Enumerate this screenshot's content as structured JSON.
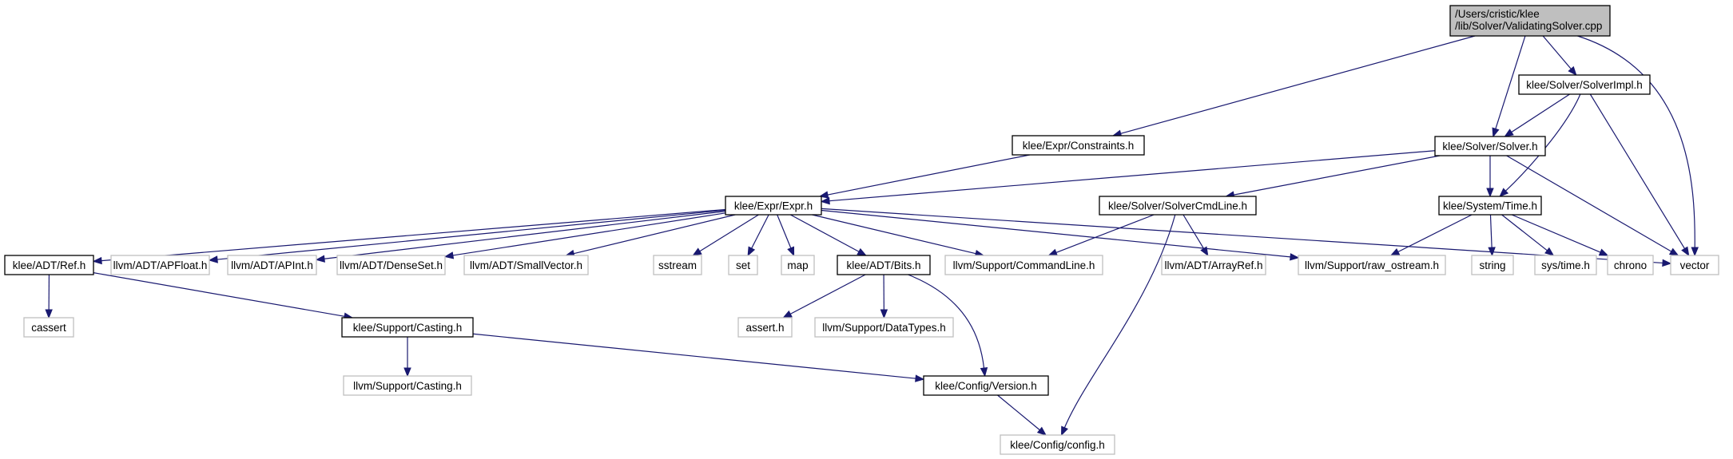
{
  "graph": {
    "colors": {
      "edge": "#191970",
      "root_fill": "#bfbfbf",
      "main_border": "#000000",
      "external_border": "#bfbfbf"
    },
    "nodes": [
      {
        "id": "validating",
        "kind": "root",
        "lines": [
          "/Users/cristic/klee",
          "/lib/Solver/ValidatingSolver.cpp"
        ]
      },
      {
        "id": "solverimpl",
        "kind": "main",
        "lines": [
          "klee/Solver/SolverImpl.h"
        ]
      },
      {
        "id": "constraints",
        "kind": "main",
        "lines": [
          "klee/Expr/Constraints.h"
        ]
      },
      {
        "id": "solver",
        "kind": "main",
        "lines": [
          "klee/Solver/Solver.h"
        ]
      },
      {
        "id": "expr",
        "kind": "main",
        "lines": [
          "klee/Expr/Expr.h"
        ]
      },
      {
        "id": "solvercmdline",
        "kind": "main",
        "lines": [
          "klee/Solver/SolverCmdLine.h"
        ]
      },
      {
        "id": "time",
        "kind": "main",
        "lines": [
          "klee/System/Time.h"
        ]
      },
      {
        "id": "ref",
        "kind": "main",
        "lines": [
          "klee/ADT/Ref.h"
        ]
      },
      {
        "id": "apfloat",
        "kind": "ext",
        "lines": [
          "llvm/ADT/APFloat.h"
        ]
      },
      {
        "id": "apint",
        "kind": "ext",
        "lines": [
          "llvm/ADT/APInt.h"
        ]
      },
      {
        "id": "denseset",
        "kind": "ext",
        "lines": [
          "llvm/ADT/DenseSet.h"
        ]
      },
      {
        "id": "smallvector",
        "kind": "ext",
        "lines": [
          "llvm/ADT/SmallVector.h"
        ]
      },
      {
        "id": "sstream",
        "kind": "ext",
        "lines": [
          "sstream"
        ]
      },
      {
        "id": "set",
        "kind": "ext",
        "lines": [
          "set"
        ]
      },
      {
        "id": "map",
        "kind": "ext",
        "lines": [
          "map"
        ]
      },
      {
        "id": "bits",
        "kind": "main",
        "lines": [
          "klee/ADT/Bits.h"
        ]
      },
      {
        "id": "commandline",
        "kind": "ext",
        "lines": [
          "llvm/Support/CommandLine.h"
        ]
      },
      {
        "id": "arrayref",
        "kind": "ext",
        "lines": [
          "llvm/ADT/ArrayRef.h"
        ]
      },
      {
        "id": "raw_ostream",
        "kind": "ext",
        "lines": [
          "llvm/Support/raw_ostream.h"
        ]
      },
      {
        "id": "string",
        "kind": "ext",
        "lines": [
          "string"
        ]
      },
      {
        "id": "systime",
        "kind": "ext",
        "lines": [
          "sys/time.h"
        ]
      },
      {
        "id": "chrono",
        "kind": "ext",
        "lines": [
          "chrono"
        ]
      },
      {
        "id": "vector",
        "kind": "ext",
        "lines": [
          "vector"
        ]
      },
      {
        "id": "cassert",
        "kind": "ext",
        "lines": [
          "cassert"
        ]
      },
      {
        "id": "casting",
        "kind": "main",
        "lines": [
          "klee/Support/Casting.h"
        ]
      },
      {
        "id": "asserth",
        "kind": "ext",
        "lines": [
          "assert.h"
        ]
      },
      {
        "id": "datatypes",
        "kind": "ext",
        "lines": [
          "llvm/Support/DataTypes.h"
        ]
      },
      {
        "id": "llvmcasting",
        "kind": "ext",
        "lines": [
          "llvm/Support/Casting.h"
        ]
      },
      {
        "id": "version",
        "kind": "main",
        "lines": [
          "klee/Config/Version.h"
        ]
      },
      {
        "id": "config",
        "kind": "ext",
        "lines": [
          "klee/Config/config.h"
        ]
      }
    ],
    "edges": [
      [
        "validating",
        "constraints"
      ],
      [
        "validating",
        "solver"
      ],
      [
        "validating",
        "solverimpl"
      ],
      [
        "validating",
        "vector"
      ],
      [
        "solverimpl",
        "solver"
      ],
      [
        "solverimpl",
        "time"
      ],
      [
        "solverimpl",
        "vector"
      ],
      [
        "constraints",
        "expr"
      ],
      [
        "solver",
        "expr"
      ],
      [
        "solver",
        "solvercmdline"
      ],
      [
        "solver",
        "time"
      ],
      [
        "solver",
        "vector"
      ],
      [
        "expr",
        "ref"
      ],
      [
        "expr",
        "apfloat"
      ],
      [
        "expr",
        "apint"
      ],
      [
        "expr",
        "denseset"
      ],
      [
        "expr",
        "smallvector"
      ],
      [
        "expr",
        "sstream"
      ],
      [
        "expr",
        "set"
      ],
      [
        "expr",
        "map"
      ],
      [
        "expr",
        "bits"
      ],
      [
        "expr",
        "commandline"
      ],
      [
        "expr",
        "raw_ostream"
      ],
      [
        "expr",
        "vector"
      ],
      [
        "solvercmdline",
        "commandline"
      ],
      [
        "solvercmdline",
        "arrayref"
      ],
      [
        "solvercmdline",
        "config"
      ],
      [
        "time",
        "raw_ostream"
      ],
      [
        "time",
        "string"
      ],
      [
        "time",
        "systime"
      ],
      [
        "time",
        "chrono"
      ],
      [
        "ref",
        "cassert"
      ],
      [
        "ref",
        "casting"
      ],
      [
        "bits",
        "asserth"
      ],
      [
        "bits",
        "datatypes"
      ],
      [
        "bits",
        "version"
      ],
      [
        "casting",
        "llvmcasting"
      ],
      [
        "casting",
        "version"
      ],
      [
        "version",
        "config"
      ]
    ]
  }
}
